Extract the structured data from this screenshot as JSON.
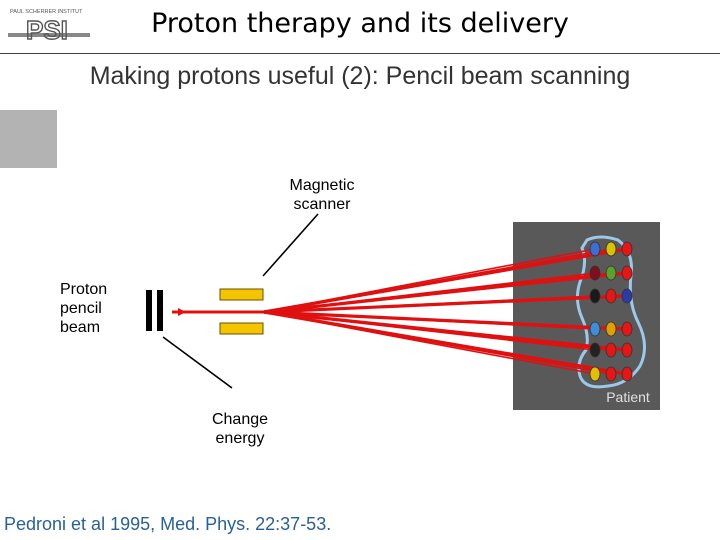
{
  "header": {
    "title": "Proton therapy and its delivery",
    "logo_small_text": "PAUL SCHERRER INSTITUT",
    "logo_big_text": "PSI"
  },
  "subtitle": "Making protons useful (2): Pencil beam scanning",
  "diagram": {
    "scanner_label": "Magnetic scanner",
    "beam_label": "Proton pencil beam",
    "energy_label": "Change energy",
    "patient_label": "Patient"
  },
  "citation": "Pedroni et al 1995, Med. Phys. 22:37-53.",
  "colors": {
    "beam": "#e01010",
    "magnet": "#f5c400",
    "patient_box": "#595959",
    "outline": "#9cc8ea",
    "citation": "#2a6099"
  }
}
